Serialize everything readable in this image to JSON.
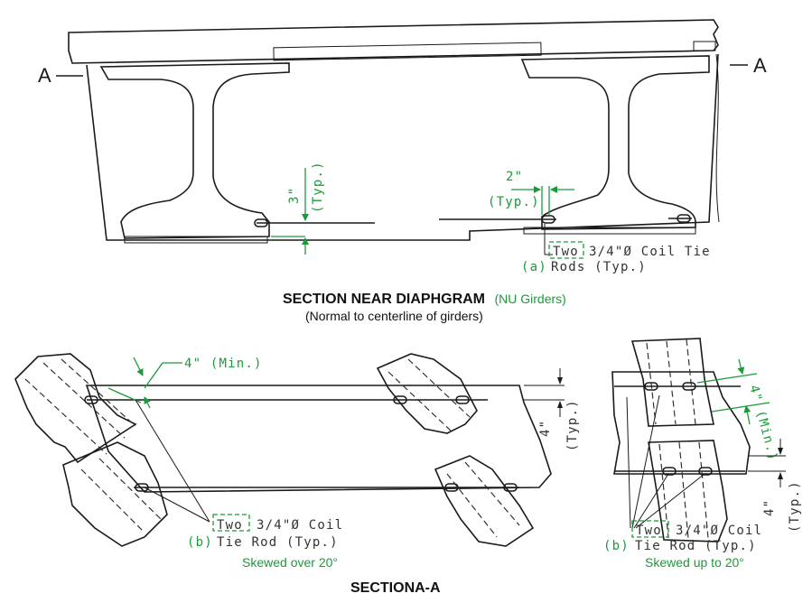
{
  "labels": {
    "section_mark_left": "A",
    "section_mark_right": "A",
    "dim_3in": "3\"",
    "dim_3in_typ": "(Typ.)",
    "dim_2in": "2\"",
    "dim_2in_typ": "(Typ.)",
    "callout_a_item": "(a)",
    "callout_a_two": "Two",
    "callout_a_line1": "3/4\"Ø Coil Tie",
    "callout_a_line2": "Rods (Typ.)",
    "title_main": "SECTION NEAR DIAPHGRAM",
    "title_girders": "(NU Girders)",
    "title_sub": "(Normal to centerline of girders)",
    "dim_4in_min_left": "4\" (Min.)",
    "dim_4in_left_v": "4\"",
    "dim_4in_left_typ": "(Typ.)",
    "callout_b_left_item": "(b)",
    "callout_b_left_two": "Two",
    "callout_b_left_line1": "3/4\"Ø Coil",
    "callout_b_left_line2": "Tie Rod (Typ.)",
    "caption_left": "Skewed over 20°",
    "dim_4in_min_right": "4\" (Min.)",
    "dim_4in_right_v": "4\"",
    "dim_4in_right_typ": "(Typ.)",
    "callout_b_right_item": "(b)",
    "callout_b_right_two": "Two",
    "callout_b_right_line1": "3/4\"Ø Coil",
    "callout_b_right_line2": "Tie Rod (Typ.)",
    "caption_right": "Skewed up to 20°",
    "title_bottom": "SECTIONA-A"
  },
  "colors": {
    "ink": "#1a1a1a",
    "accent_green": "#1b9a3a",
    "concrete_fill": "#ffffff"
  }
}
